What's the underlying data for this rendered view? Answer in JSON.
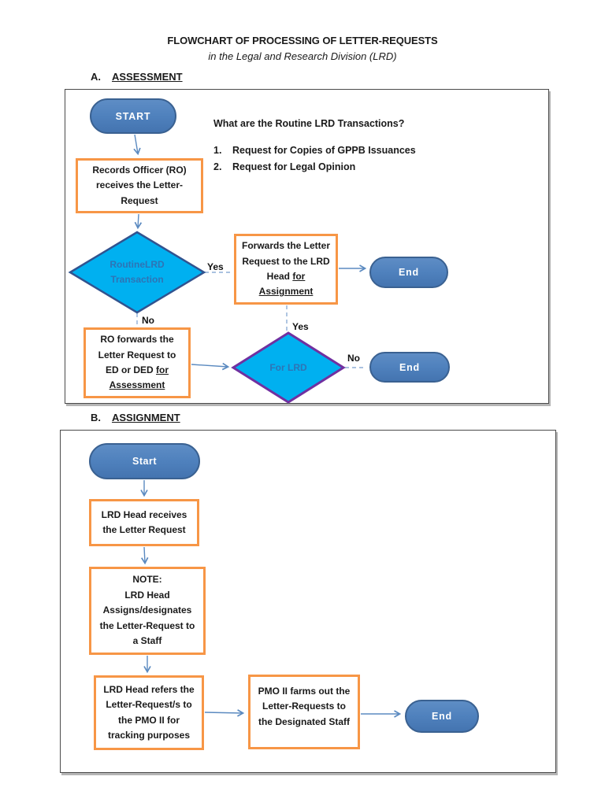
{
  "page": {
    "title": "FLOWCHART OF PROCESSING OF LETTER-REQUESTS",
    "subtitle": "in the Legal and Research Division (LRD)"
  },
  "colors": {
    "terminal_fill": "#4f81bd",
    "terminal_border": "#385d8a",
    "decision_fill": "#00b0f0",
    "decision_assessment_border": "#31538f",
    "decision_forlrd_border": "#7030a0",
    "decision_text": "#2e74b5",
    "process_border": "#f79646",
    "connector_solid": "#5b8ac0",
    "connector_dashed": "#8eadd6"
  },
  "section_a": {
    "letter": "A.",
    "heading": "ASSESSMENT",
    "start_label": "START",
    "records_box": "Records Officer (RO) receives the Letter-Request",
    "decision_routine": {
      "line1": "RoutineLRD",
      "line2": "Transaction"
    },
    "forwards_box": {
      "text": "Forwards the Letter Request to the LRD Head ",
      "underline": "for Assignment"
    },
    "ro_box": {
      "text": "RO forwards the Letter Request to ED or DED ",
      "underline": "for Assessment"
    },
    "decision_forlrd": "For LRD",
    "end1": "End",
    "end2": "End",
    "labels": {
      "yes1": "Yes",
      "no1": "No",
      "yes2": "Yes",
      "no2": "No"
    },
    "sidebar": {
      "question": "What are the Routine LRD Transactions?",
      "items": [
        {
          "num": "1.",
          "text": "Request for Copies of GPPB Issuances"
        },
        {
          "num": "2.",
          "text": "Request for Legal Opinion"
        }
      ]
    }
  },
  "section_b": {
    "letter": "B.",
    "heading": "ASSIGNMENT",
    "start_label": "Start",
    "receives_box": "LRD Head receives the Letter Request",
    "note_box": {
      "title": "NOTE:",
      "text": "LRD Head Assigns/designates the Letter-Request to a Staff"
    },
    "refers_box": "LRD Head refers the Letter-Request/s to the PMO II for tracking purposes",
    "farms_box": "PMO II farms out the Letter-Requests to the Designated Staff",
    "end_label": "End"
  }
}
